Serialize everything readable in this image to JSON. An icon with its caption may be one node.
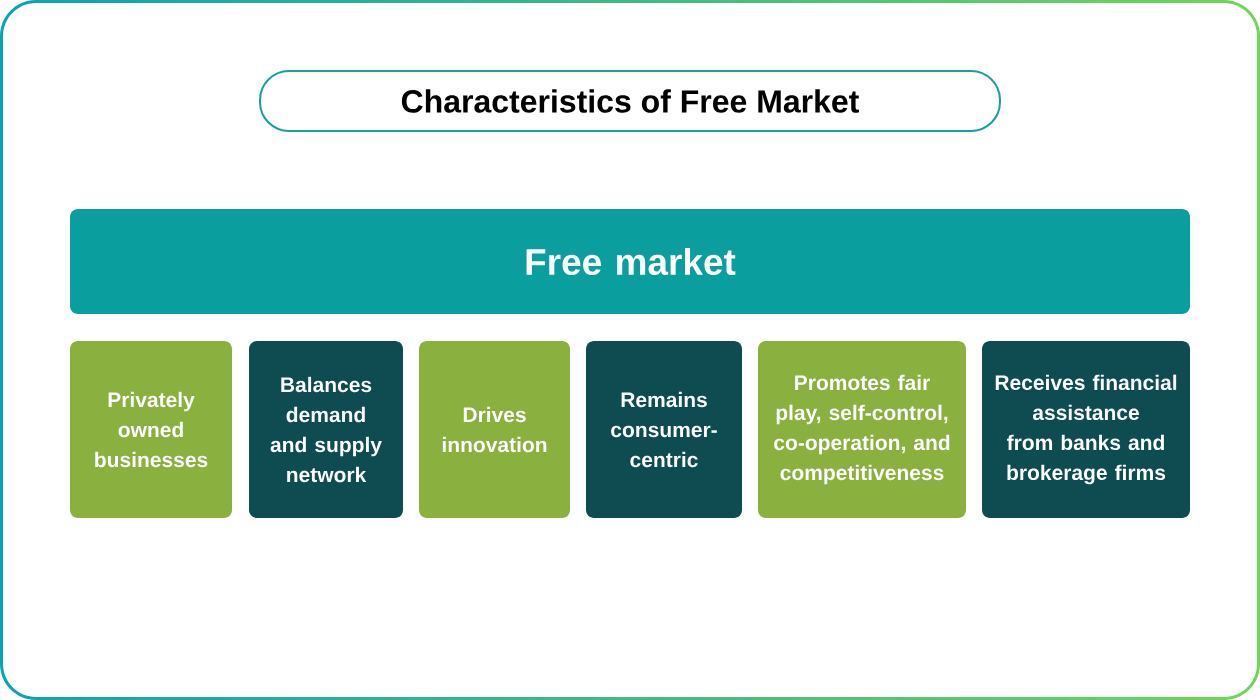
{
  "diagram": {
    "title": "Characteristics of Free Market",
    "nodes": [
      {
        "text": [
          "Free market"
        ]
      },
      {
        "text": [
          "Privately owned businesses"
        ]
      },
      {
        "text": [
          "Balances demand and supply network"
        ]
      },
      {
        "text": [
          "Drives innovation"
        ]
      },
      {
        "text": [
          "Remains consumer-centric"
        ]
      },
      {
        "text": [
          "Promotes fair play, self-control, co-operation, and competitiveness"
        ]
      },
      {
        "text": [
          "Receives financial assistance from banks and brokerage firms"
        ]
      }
    ]
  }
}
